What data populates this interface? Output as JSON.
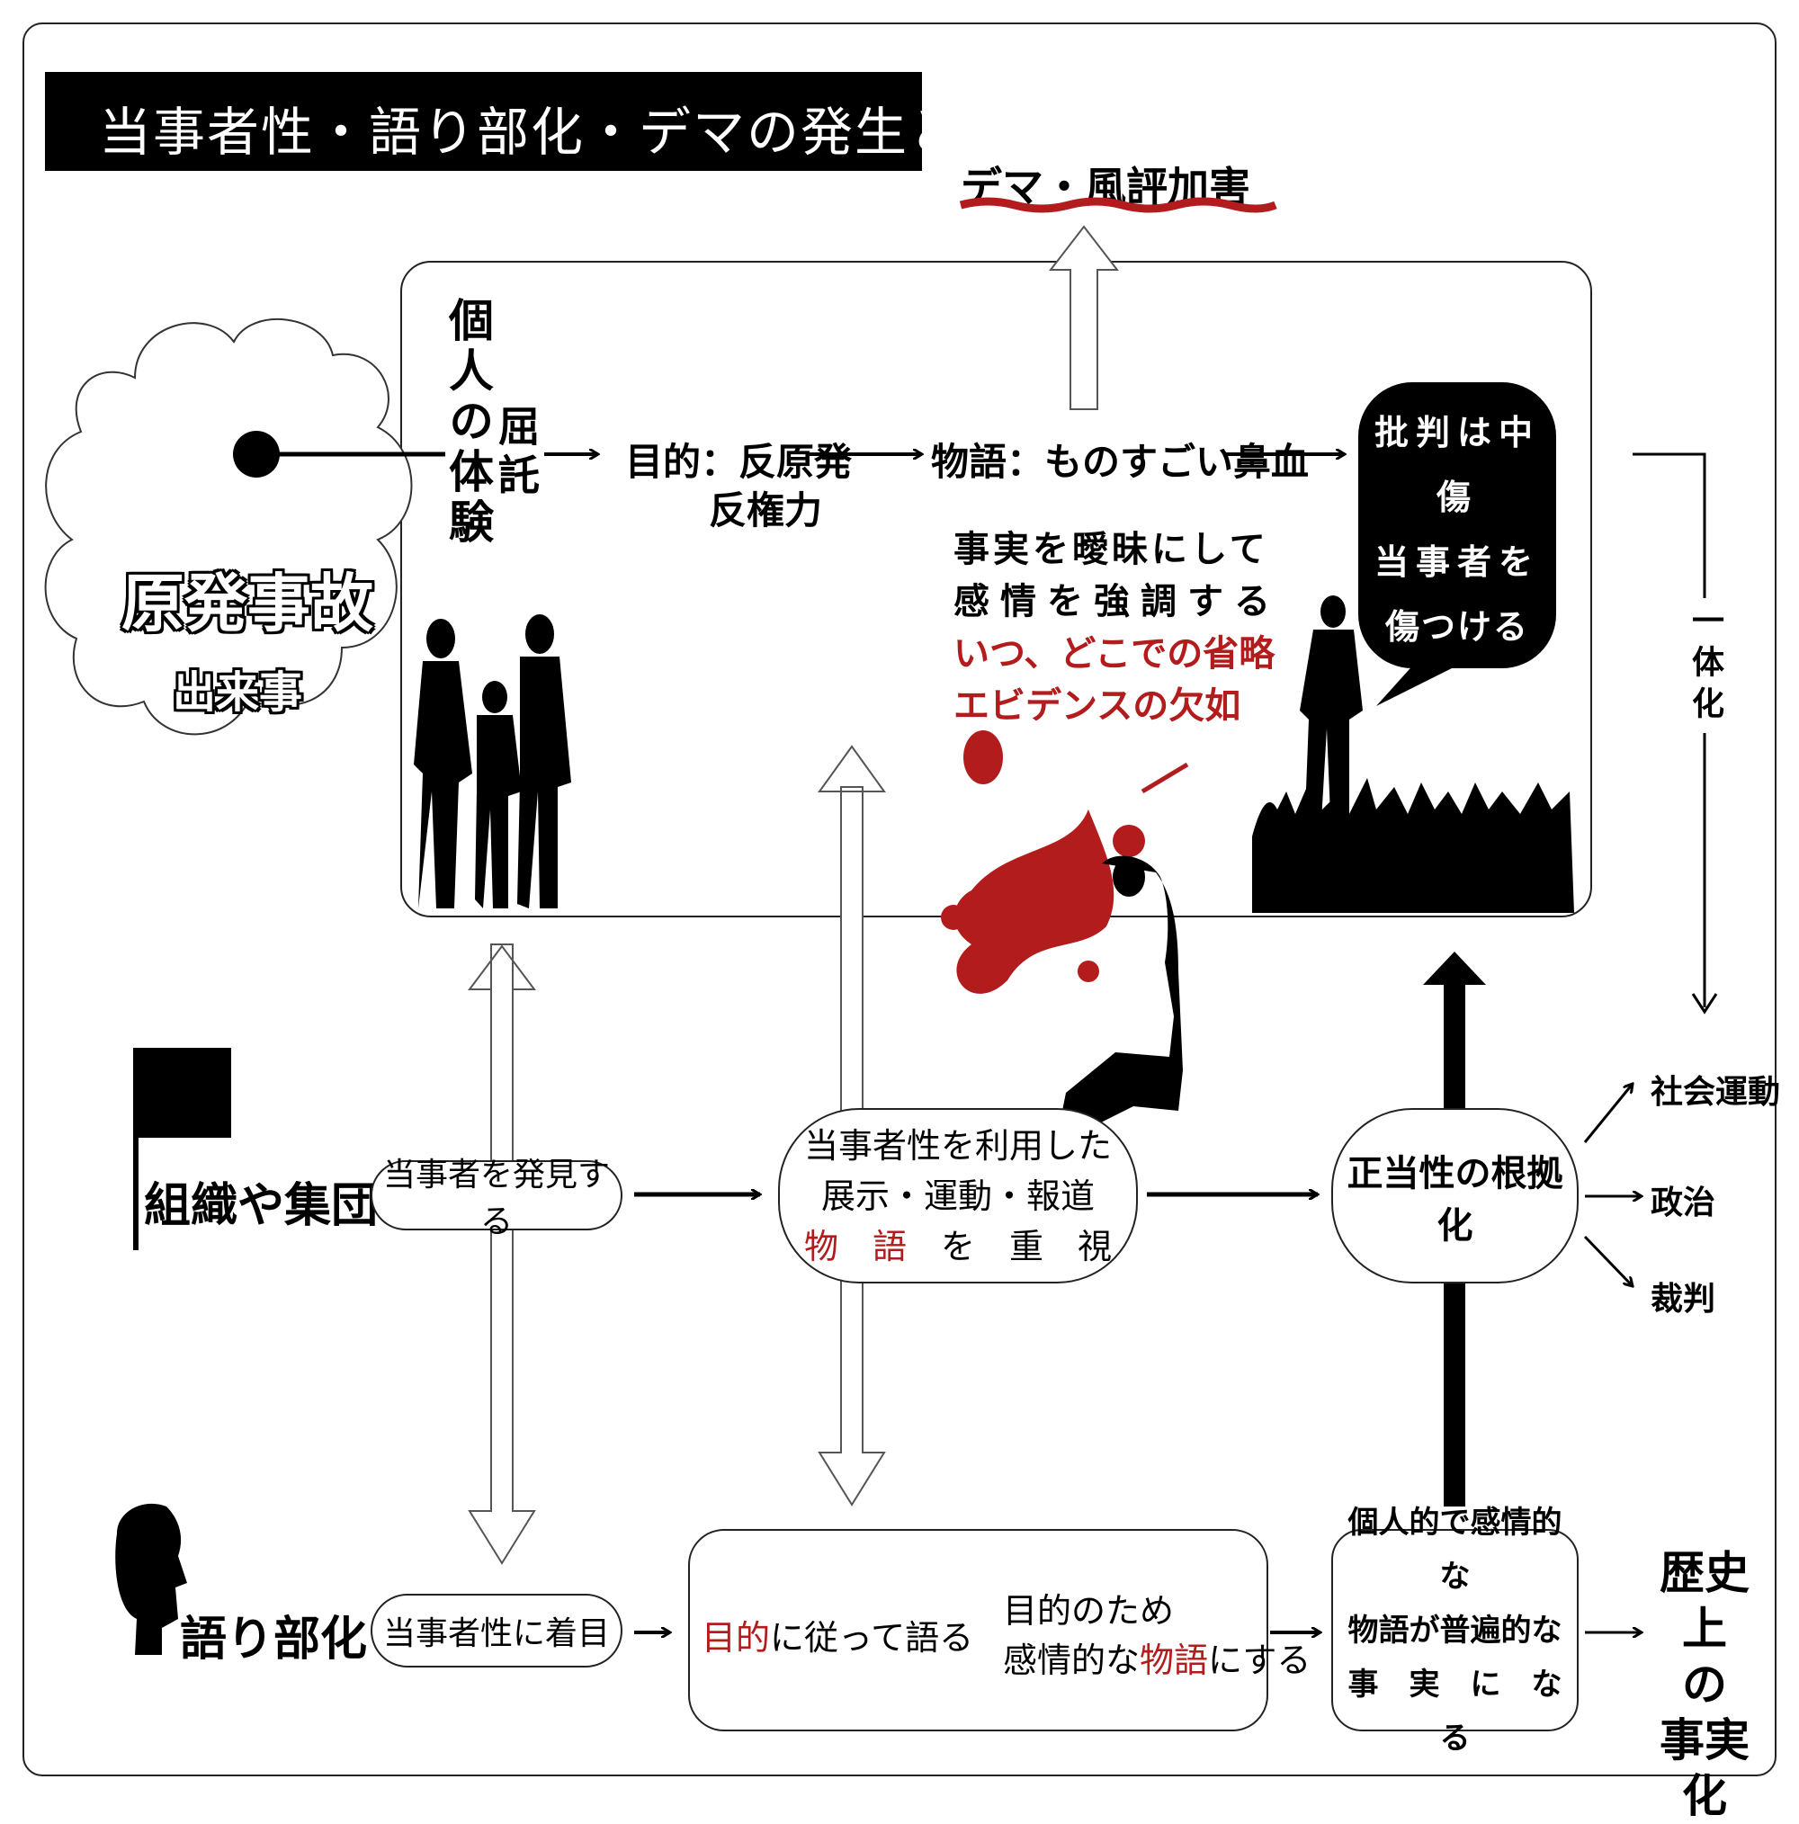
{
  "title": "当事者性・語り部化・デマの発生と利用",
  "top": {
    "dema": "デマ・風評加害",
    "event_main": "原発事故",
    "event_sub": "出来事",
    "personal_experience": "個人の体験",
    "takutaku": "屈託",
    "purpose_label": "目的：反原発",
    "purpose_line2": "反権力",
    "story_label": "物語：ものすごい鼻血",
    "fact_line1": "事実を曖昧にして",
    "fact_line2": "感情を強調する",
    "fact_line3": "いつ、どこでの省略",
    "fact_line4": "エビデンスの欠如",
    "bubble_line1": "批判は中傷",
    "bubble_line2": "当事者を",
    "bubble_line3": "傷つけるな！",
    "ittaika": "一体化"
  },
  "organization": {
    "label": "組織や集団",
    "discover": "当事者を発見する",
    "use_line1": "当事者性を利用した",
    "use_line2": "展示・運動・報道",
    "use_line3_a": "物　語",
    "use_line3_b": "を　重　視",
    "justify": "正当性の根拠化",
    "out1": "社会運動",
    "out2": "政治",
    "out3": "裁判"
  },
  "storyteller": {
    "label": "語り部化",
    "focus": "当事者性に着目",
    "speak_a": "目的",
    "speak_b": "に従って語る",
    "make_line1": "目的のため",
    "make_line2_a": "感情的な",
    "make_line2_b": "物語",
    "make_line2_c": "にする",
    "universal_line1": "個人的で感情的な",
    "universal_line2": "物語が普遍的な",
    "universal_line3": "事　実　に　な　る",
    "history_line1": "歴史上",
    "history_line2": "の",
    "history_line3": "事実化"
  },
  "colors": {
    "accent_red": "#b31c1c",
    "black": "#000000"
  }
}
